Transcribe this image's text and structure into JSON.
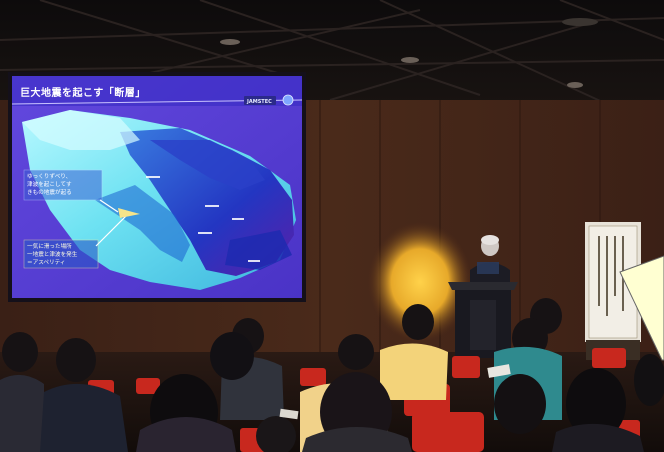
{
  "slide": {
    "title": "巨大地震を起こす「断層」",
    "logo": "JAMSTEC",
    "note_top": [
      "ゆっくりずべり、",
      "津波を起こしてす",
      "きもの地震が起る"
    ],
    "note_bottom": [
      "一気に滑った場所",
      "一地震と津波を発生",
      "＝アスペリティ"
    ]
  },
  "colors": {
    "slide_bg": "#5a3fd6",
    "slide_title_bar": "#3a2cc4",
    "terrain_light": "#7ff3fb",
    "terrain_deep": "#1c2fb8",
    "spotlight": "#f2c230",
    "seat_red": "#c8281e",
    "callout_fill": "#ffffd2"
  }
}
